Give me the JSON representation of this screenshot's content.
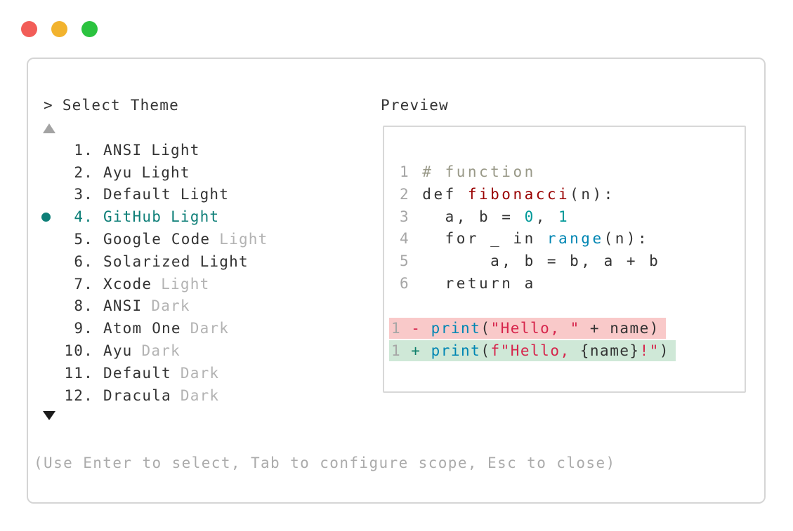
{
  "window_controls": {
    "close_color": "#f25d58",
    "minimize_color": "#f2b32e",
    "zoom_color": "#2bc33f"
  },
  "theme_picker": {
    "prompt_symbol": ">",
    "prompt_label": "Select Theme",
    "scroll_up_icon": "up-triangle",
    "scroll_down_icon": "down-triangle",
    "items": [
      {
        "number": "1.",
        "name": "ANSI",
        "variant": "Light",
        "variant_muted": false,
        "selected": false
      },
      {
        "number": "2.",
        "name": "Ayu",
        "variant": "Light",
        "variant_muted": false,
        "selected": false
      },
      {
        "number": "3.",
        "name": "Default",
        "variant": "Light",
        "variant_muted": false,
        "selected": false
      },
      {
        "number": "4.",
        "name": "GitHub",
        "variant": "Light",
        "variant_muted": false,
        "selected": true
      },
      {
        "number": "5.",
        "name": "Google Code",
        "variant": "Light",
        "variant_muted": true,
        "selected": false
      },
      {
        "number": "6.",
        "name": "Solarized",
        "variant": "Light",
        "variant_muted": false,
        "selected": false
      },
      {
        "number": "7.",
        "name": "Xcode",
        "variant": "Light",
        "variant_muted": true,
        "selected": false
      },
      {
        "number": "8.",
        "name": "ANSI",
        "variant": "Dark",
        "variant_muted": true,
        "selected": false
      },
      {
        "number": "9.",
        "name": "Atom One",
        "variant": "Dark",
        "variant_muted": true,
        "selected": false
      },
      {
        "number": "10.",
        "name": "Ayu",
        "variant": "Dark",
        "variant_muted": true,
        "selected": false
      },
      {
        "number": "11.",
        "name": "Default",
        "variant": "Dark",
        "variant_muted": true,
        "selected": false
      },
      {
        "number": "12.",
        "name": "Dracula",
        "variant": "Dark",
        "variant_muted": true,
        "selected": false
      }
    ],
    "help_text": "(Use Enter to select, Tab to configure scope, Esc to close)"
  },
  "preview": {
    "label": "Preview",
    "code_lines": [
      {
        "num": "1",
        "tokens": [
          {
            "text": "# function",
            "type": "comment"
          }
        ]
      },
      {
        "num": "2",
        "tokens": [
          {
            "text": "def ",
            "type": "keyword"
          },
          {
            "text": "fibonacci",
            "type": "function"
          },
          {
            "text": "(n):",
            "type": "plain"
          }
        ]
      },
      {
        "num": "3",
        "tokens": [
          {
            "text": "  a, b = ",
            "type": "plain"
          },
          {
            "text": "0",
            "type": "number"
          },
          {
            "text": ", ",
            "type": "plain"
          },
          {
            "text": "1",
            "type": "number"
          }
        ]
      },
      {
        "num": "4",
        "tokens": [
          {
            "text": "  for _ in ",
            "type": "plain"
          },
          {
            "text": "range",
            "type": "builtin"
          },
          {
            "text": "(n):",
            "type": "plain"
          }
        ]
      },
      {
        "num": "5",
        "tokens": [
          {
            "text": "      a, b = b, a + b",
            "type": "plain"
          }
        ]
      },
      {
        "num": "6",
        "tokens": [
          {
            "text": "  return a",
            "type": "plain"
          }
        ]
      }
    ],
    "diff_lines": [
      {
        "num": "1",
        "marker": "-",
        "kind": "deletion",
        "tokens": [
          {
            "text": "print",
            "type": "builtin"
          },
          {
            "text": "(",
            "type": "plain"
          },
          {
            "text": "\"Hello, \"",
            "type": "string"
          },
          {
            "text": " + name)",
            "type": "plain"
          }
        ]
      },
      {
        "num": "1",
        "marker": "+",
        "kind": "addition",
        "tokens": [
          {
            "text": "print",
            "type": "builtin"
          },
          {
            "text": "(",
            "type": "plain"
          },
          {
            "text": "f\"Hello, ",
            "type": "string"
          },
          {
            "text": "{name}",
            "type": "plain"
          },
          {
            "text": "!\"",
            "type": "string"
          },
          {
            "text": ")",
            "type": "plain"
          }
        ]
      }
    ]
  },
  "colors": {
    "accent_selected": "#0e7f78",
    "main_text": "#333333",
    "muted_text": "#b3b3b3",
    "help_text": "#ababab",
    "line_number": "#a6a6a6",
    "window_border": "#d5d5d5",
    "preview_border": "#d8d8d8",
    "deletion_bg": "#f9c9c9",
    "addition_bg": "#cfe8d7",
    "deletion_marker": "#d6254c",
    "addition_marker": "#0e7f6a",
    "token_comment": "#999988",
    "token_keyword": "#333333",
    "token_function": "#990000",
    "token_number": "#009999",
    "token_builtin": "#0086b3",
    "token_string": "#d6254c"
  }
}
